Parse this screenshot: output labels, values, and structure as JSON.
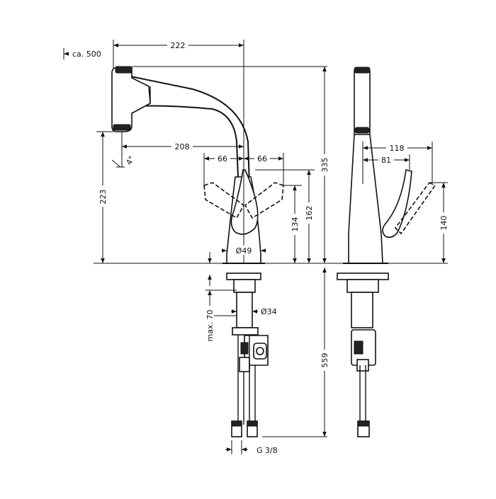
{
  "dimensions": {
    "reach_500": "ca. 500",
    "width_222": "222",
    "spout_208": "208",
    "angle_4": "4°",
    "lever_left_66": "66",
    "lever_right_66": "66",
    "height_223": "223",
    "height_134": "134",
    "height_162": "162",
    "height_335": "335",
    "diameter_49": "Ø49",
    "diameter_34": "Ø34",
    "max_70": "max. 70",
    "hose_559": "559",
    "thread_g38": "G 3/8",
    "side_118": "118",
    "side_81": "81",
    "side_140": "140"
  }
}
